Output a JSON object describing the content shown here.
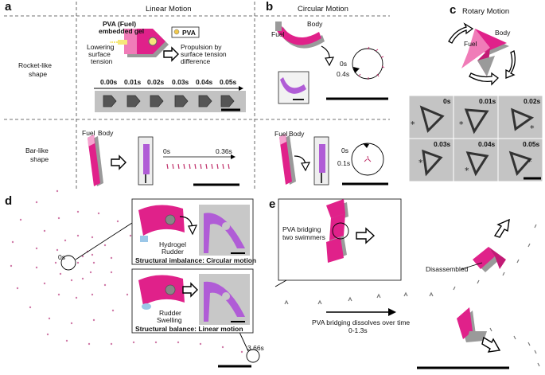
{
  "panel_labels": {
    "a": "a",
    "b": "b",
    "c": "c",
    "d": "d",
    "e": "e"
  },
  "headers": {
    "linear": "Linear Motion",
    "circular": "Circular Motion",
    "rotary": "Rotary Motion"
  },
  "row_labels": {
    "rocket_line1": "Rocket-like",
    "rocket_line2": "shape",
    "bar_line1": "Bar-like",
    "bar_line2": "shape"
  },
  "panel_a": {
    "fuel_line1": "PVA (Fuel)",
    "fuel_line2": "embedded gel",
    "pva_legend": "PVA",
    "lowering_line1": "Lowering",
    "lowering_line2": "surface",
    "lowering_line3": "tension",
    "prop_line1": "Propulsion by",
    "prop_line2": "surface tension",
    "prop_line3": "difference",
    "times": [
      "0.00s",
      "0.01s",
      "0.02s",
      "0.03s",
      "0.04s",
      "0.05s"
    ],
    "bar_fuel": "Fuel",
    "bar_body": "Body",
    "bar_t0": "0s",
    "bar_t1": "0.36s"
  },
  "panel_b": {
    "fuel": "Fuel",
    "body": "Body",
    "t0": "0s",
    "t1": "0.4s",
    "bar_fuel": "Fuel",
    "bar_body": "Body",
    "bar_t0": "0s",
    "bar_t1": "0.1s"
  },
  "panel_c": {
    "fuel": "Fuel",
    "body": "Body",
    "times": [
      "0s",
      "0.01s",
      "0.02s",
      "0.03s",
      "0.04s",
      "0.05s"
    ]
  },
  "panel_d": {
    "t0": "0s",
    "t1": "3.66s",
    "rudder_line1": "Hydrogel",
    "rudder_line2": "Rudder",
    "caption_top": "Structural imbalance: Circular motion",
    "swell_line1": "Rudder",
    "swell_line2": "Swelling",
    "caption_bottom": "Structural balance: Linear motion"
  },
  "panel_e": {
    "bridge_line1": "PVA bridging",
    "bridge_line2": "two swimmers",
    "disassembled": "Disassembled",
    "dissolve_line1": "PVA bridging dissolves over time",
    "dissolve_line2": "0-1.3s"
  },
  "colors": {
    "magenta": "#e0218a",
    "pink": "#f5a3cf",
    "purple": "#b05cd6",
    "gray": "#8c8c8c"
  }
}
